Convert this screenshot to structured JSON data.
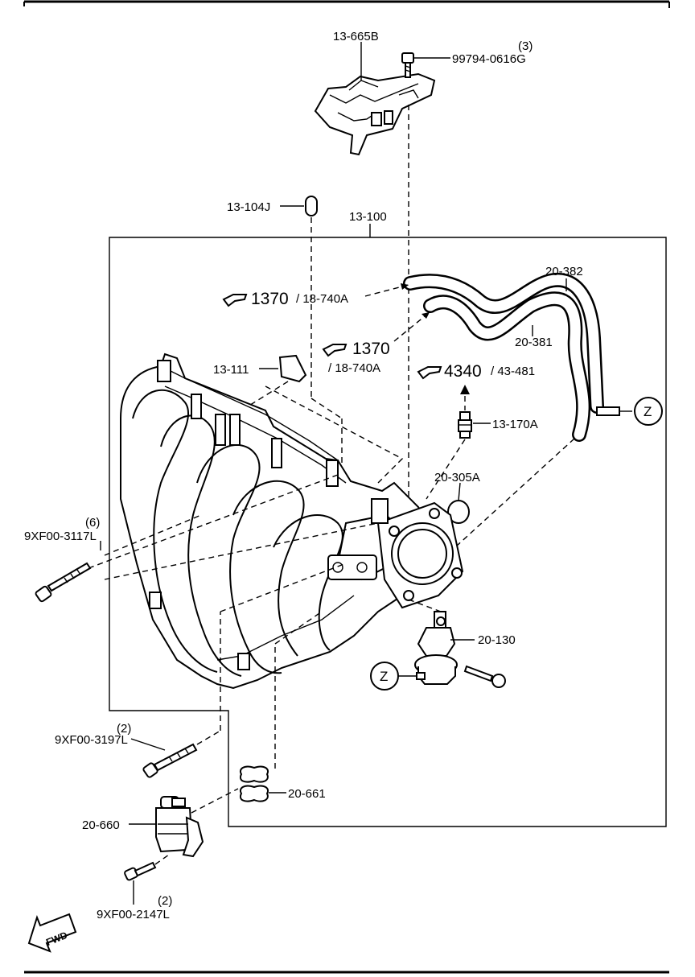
{
  "parts": {
    "p13665b": "13-665B",
    "p99794": "99794-0616G",
    "p99794_qty": "(3)",
    "p13104j": "13-104J",
    "p13100": "13-100",
    "p20382": "20-382",
    "p20381": "20-381",
    "p13111": "13-111",
    "p13170a": "13-170A",
    "p20305a": "20-305A",
    "p9xf003117": "9XF00-3117L",
    "p9xf003117_qty": "(6)",
    "p20130": "20-130",
    "p9xf003197": "9XF00-3197L",
    "p9xf003197_qty": "(2)",
    "p20661": "20-661",
    "p20660": "20-660",
    "p9xf002147": "9XF00-2147L",
    "p9xf002147_qty": "(2)"
  },
  "references": {
    "ref1_num": "1370",
    "ref1_sub": "/ 18-740A",
    "ref2_num": "1370",
    "ref2_sub": "/ 18-740A",
    "ref3_num": "4340",
    "ref3_sub": "/ 43-481"
  },
  "connectors": {
    "z1": "Z",
    "z2": "Z"
  },
  "direction": {
    "fwd": "FWD"
  }
}
